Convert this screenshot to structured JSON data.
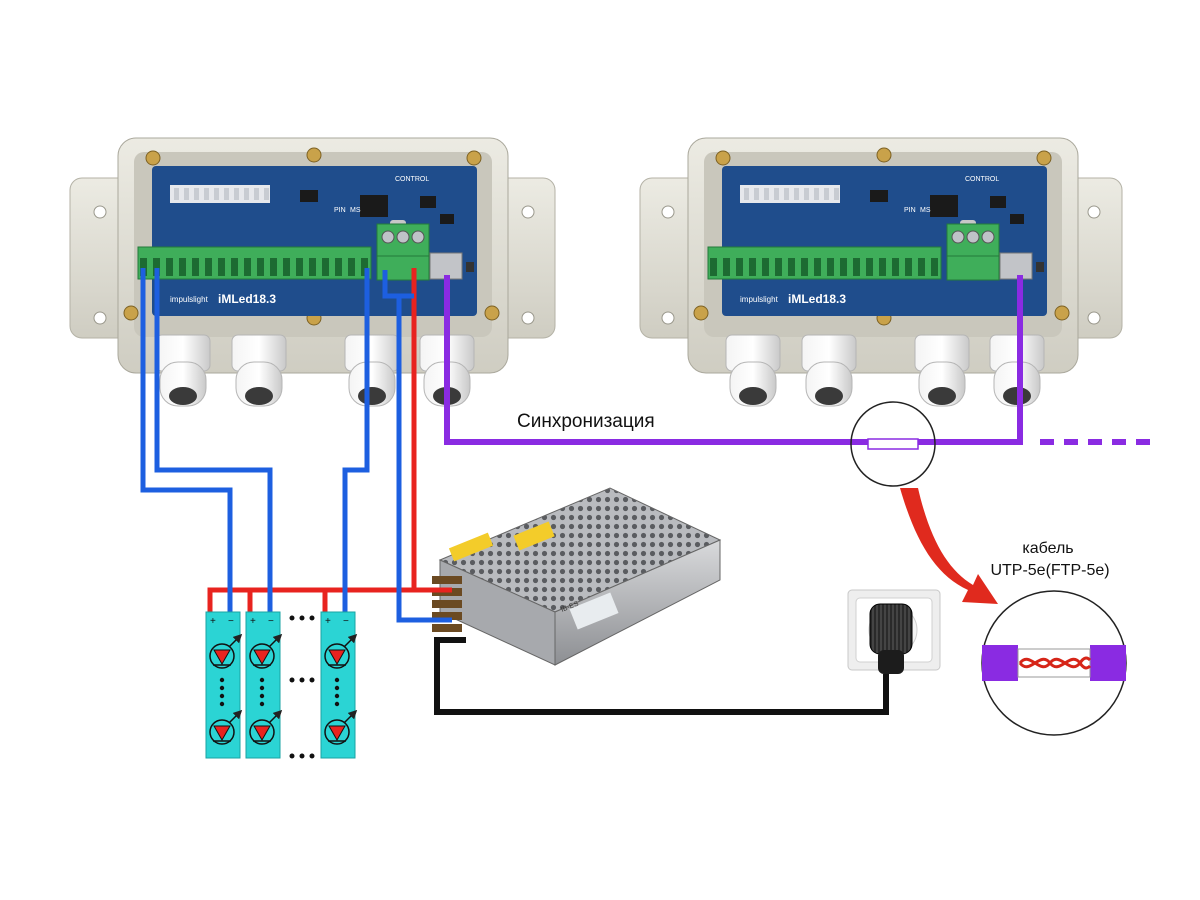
{
  "controllers": [
    {
      "brand": "impulslight",
      "model": "iMLed18.3",
      "tag_control": "CONTROL",
      "tag_pin": "PIN",
      "tag_ms": "MS"
    },
    {
      "brand": "impulslight",
      "model": "iMLed18.3",
      "tag_control": "CONTROL",
      "tag_pin": "PIN",
      "tag_ms": "MS"
    }
  ],
  "labels": {
    "sync": "Синхронизация",
    "cable_line1": "кабель",
    "cable_line2": "UTP-5e(FTP-5e)"
  },
  "led_strip": {
    "plus": "+",
    "minus": "−"
  },
  "power_supply": {
    "model": "IB-ES"
  },
  "colors": {
    "wire_positive": "#e8231f",
    "wire_output": "#1d5fe0",
    "wire_sync": "#8a2be2",
    "wire_mains": "#111111",
    "arrow": "#e02a1e",
    "board": "#1f4d8c",
    "enclosure": "#dddcd2",
    "strip": "#2bd4d4"
  },
  "icons": [
    "led-diode-icon",
    "cable-gland-icon",
    "power-plug-icon",
    "zoom-arrow-icon",
    "twisted-pair-icon"
  ]
}
